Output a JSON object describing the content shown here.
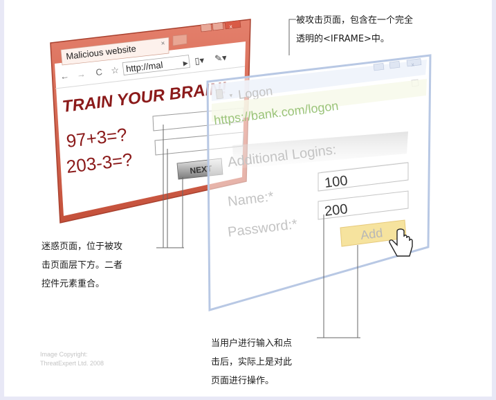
{
  "bank_window": {
    "title": "Logon",
    "url": "https://bank.com/logon",
    "heading": "Additional Logins:",
    "name_label": "Name:*",
    "name_value": "100",
    "password_label": "Password:*",
    "password_value": "200",
    "add_button": "Add"
  },
  "malicious_window": {
    "tab_title": "Malicious website",
    "url": "http://mal",
    "headline": "TRAIN YOUR BRAIN!",
    "question_1": "97+3=?",
    "question_2": "203-3=?",
    "next_button": "NEXT"
  },
  "captions": {
    "top_right": [
      "被攻击页面，包含在一个完全",
      "透明的<IFRAME>中。"
    ],
    "left": [
      "迷惑页面，位于被攻",
      "击页面层下方。二者",
      "控件元素重合。"
    ],
    "bottom": [
      "当用户进行输入和点",
      "击后，实际上是对此",
      "页面进行操作。"
    ]
  },
  "copyright": [
    "Image Copyright:",
    "ThreatExpert Ltd. 2008"
  ],
  "colors": {
    "malicious_frame": "#c0503a",
    "headline_red": "#8b1a1a",
    "bank_frame": "#b8c8e4",
    "bank_text": "#c0c0c0",
    "url_green": "#9bc47a",
    "add_button": "#f6e39e"
  }
}
